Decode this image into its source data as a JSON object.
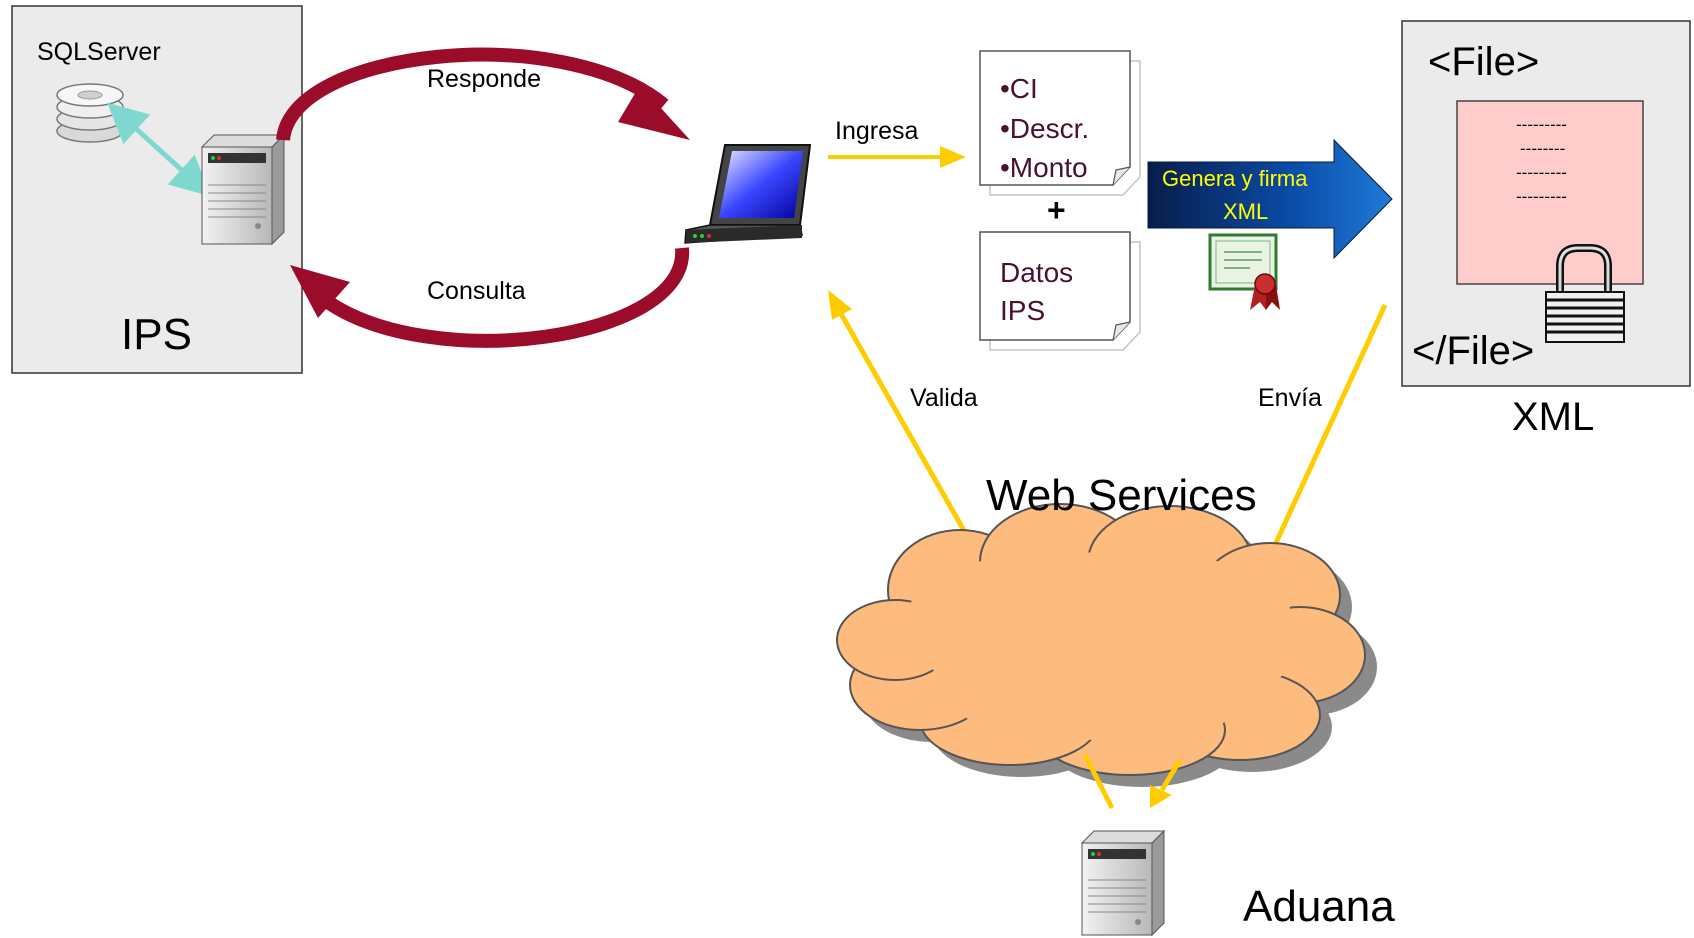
{
  "ips_box": {
    "db_label": "SQLServer",
    "title": "IPS"
  },
  "flows": {
    "responde": "Responde",
    "consulta": "Consulta",
    "ingresa": "Ingresa",
    "valida": "Valida",
    "envia": "Envía"
  },
  "input_doc": {
    "items": [
      "•CI",
      "•Descr.",
      "•Monto"
    ]
  },
  "plus": "+",
  "ips_doc": {
    "lines": [
      "Datos",
      "IPS"
    ]
  },
  "generate_arrow": {
    "lines": [
      "Genera y firma",
      "XML"
    ]
  },
  "xml_box": {
    "open_tag": "<File>",
    "content_lines": [
      "---------",
      "--------",
      "---------",
      "---------"
    ],
    "close_tag": "</File>",
    "caption": "XML"
  },
  "cloud": {
    "label": "Web Services"
  },
  "aduana": {
    "label": "Aduana"
  },
  "colors": {
    "red_arrow": "#9b0b2a",
    "yellow_arrow": "#ffcc00",
    "cloud_fill": "#fdbb7d",
    "cloud_shadow": "#8a8a8a",
    "box_fill": "#ebebeb",
    "xml_page_fill": "#ffcccc",
    "generate_arrow_fill": "#0a3a80",
    "generate_text": "#ffff00",
    "teal_arrow": "#7fd8d0"
  }
}
